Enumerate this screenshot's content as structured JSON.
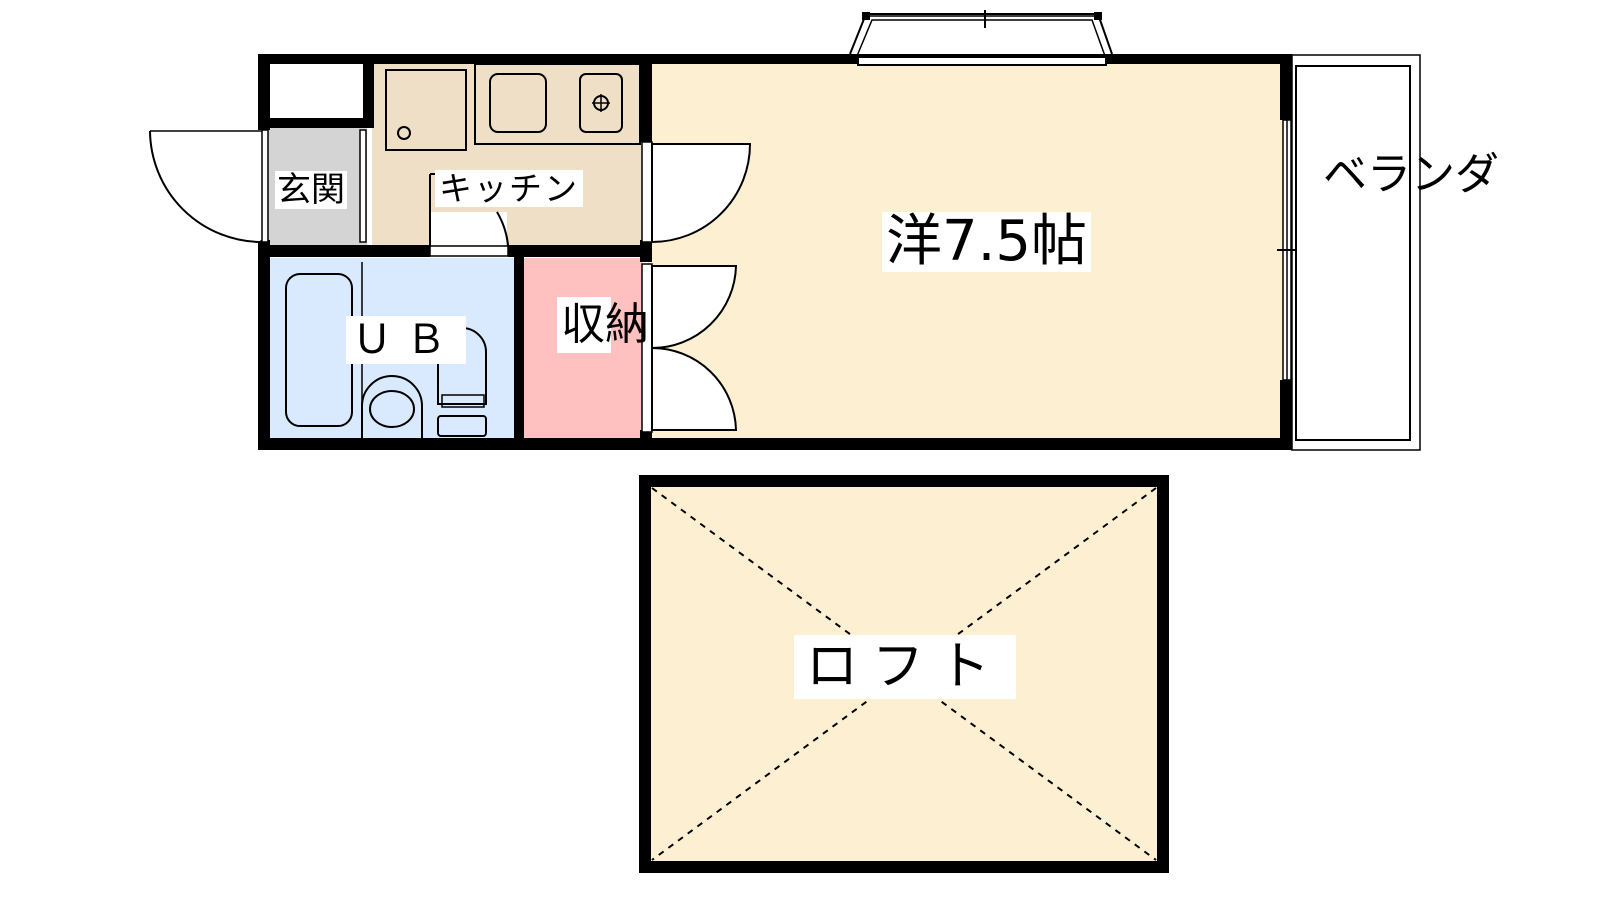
{
  "floor_plan": {
    "rooms": {
      "entrance": {
        "label": "玄関",
        "color": "#d4d4d4"
      },
      "kitchen": {
        "label": "キッチン",
        "color": "#efdfc6"
      },
      "unit_bath": {
        "label": "ＵＢ",
        "color": "#d9eaff"
      },
      "storage": {
        "label": "収納",
        "color": "#ffc0c0"
      },
      "western_room": {
        "label": "洋7.5帖",
        "color": "#fdf0d2"
      },
      "veranda": {
        "label": "ベランダ",
        "color": "#ffffff"
      },
      "loft": {
        "label": "ロフト",
        "color": "#fdf0d2"
      }
    },
    "wall_color": "#000000"
  }
}
